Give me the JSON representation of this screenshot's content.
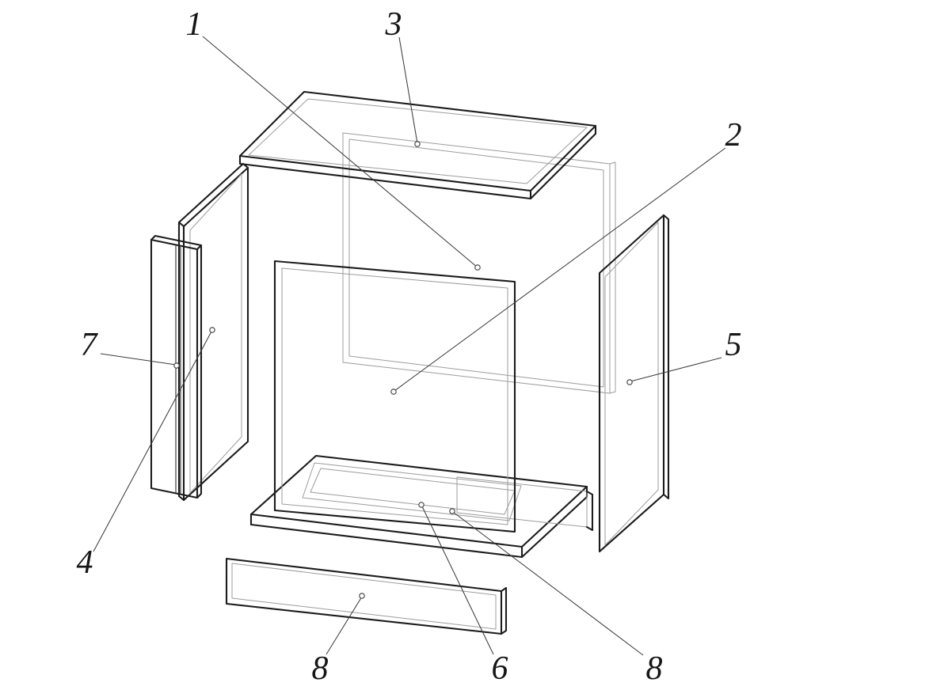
{
  "page": {
    "background_color": "#ffffff"
  },
  "drawing": {
    "kind": "exploded-view technical line drawing of a panel box assembly",
    "line_color": "#1c1c1c",
    "thin_line_color": "#9c9c9c",
    "callouts": [
      {
        "label": "1",
        "points_to": "rear thin-lined panel"
      },
      {
        "label": "2",
        "points_to": "large front panel"
      },
      {
        "label": "3",
        "points_to": "top panel"
      },
      {
        "label": "4",
        "points_to": "left side panel"
      },
      {
        "label": "5",
        "points_to": "right side panel"
      },
      {
        "label": "6",
        "points_to": "bottom panel"
      },
      {
        "label": "7",
        "points_to": "left front strip"
      },
      {
        "label": "8",
        "points_to": "front bottom rail"
      },
      {
        "label": "8",
        "points_to": "rear bottom rail"
      }
    ]
  }
}
